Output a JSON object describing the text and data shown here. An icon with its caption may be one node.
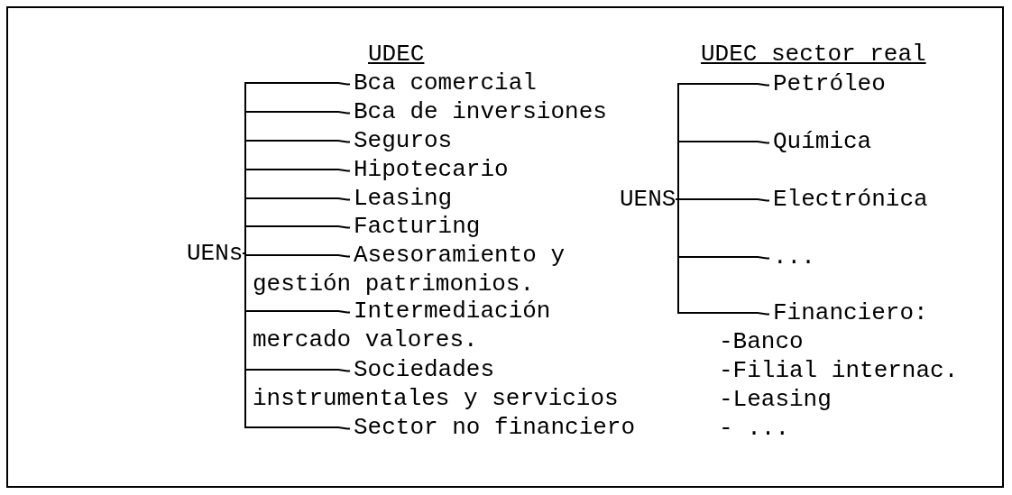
{
  "diagram": {
    "nodes": [
      {
        "text": [
          "UENs"
        ]
      },
      {
        "text": [
          "Bca comercial"
        ]
      },
      {
        "text": [
          "Bca de inversiones"
        ]
      },
      {
        "text": [
          "Seguros"
        ]
      },
      {
        "text": [
          "Hipotecario"
        ]
      },
      {
        "text": [
          "Leasing"
        ]
      },
      {
        "text": [
          "Facturing"
        ]
      },
      {
        "text": [
          "Asesoramiento y gestión patrimonios."
        ]
      },
      {
        "text": [
          "Intermediación mercado valores."
        ]
      },
      {
        "text": [
          "Sociedades instrumentales y servicios"
        ]
      },
      {
        "text": [
          "Sector no financiero"
        ]
      },
      {
        "text": [
          "UENS"
        ]
      },
      {
        "text": [
          "Petróleo"
        ]
      },
      {
        "text": [
          "Química"
        ]
      },
      {
        "text": [
          "Electrónica"
        ]
      },
      {
        "text": [
          "..."
        ]
      },
      {
        "text": [
          "Financiero:",
          "-Banco",
          "-Filial internac.",
          "-Leasing",
          "- ..."
        ]
      }
    ],
    "edges": [
      {
        "from": 0,
        "to": 1,
        "arrow": "none"
      },
      {
        "from": 0,
        "to": 2,
        "arrow": "none"
      },
      {
        "from": 0,
        "to": 3,
        "arrow": "none"
      },
      {
        "from": 0,
        "to": 4,
        "arrow": "none"
      },
      {
        "from": 0,
        "to": 5,
        "arrow": "none"
      },
      {
        "from": 0,
        "to": 6,
        "arrow": "none"
      },
      {
        "from": 0,
        "to": 7,
        "arrow": "none"
      },
      {
        "from": 0,
        "to": 8,
        "arrow": "none"
      },
      {
        "from": 0,
        "to": 9,
        "arrow": "none"
      },
      {
        "from": 0,
        "to": 10,
        "arrow": "none"
      },
      {
        "from": 11,
        "to": 12,
        "arrow": "none"
      },
      {
        "from": 11,
        "to": 13,
        "arrow": "none"
      },
      {
        "from": 11,
        "to": 14,
        "arrow": "none"
      },
      {
        "from": 11,
        "to": 15,
        "arrow": "none"
      },
      {
        "from": 11,
        "to": 16,
        "arrow": "none"
      }
    ],
    "labels": [
      "UDEC",
      "UDEC sector real"
    ]
  }
}
